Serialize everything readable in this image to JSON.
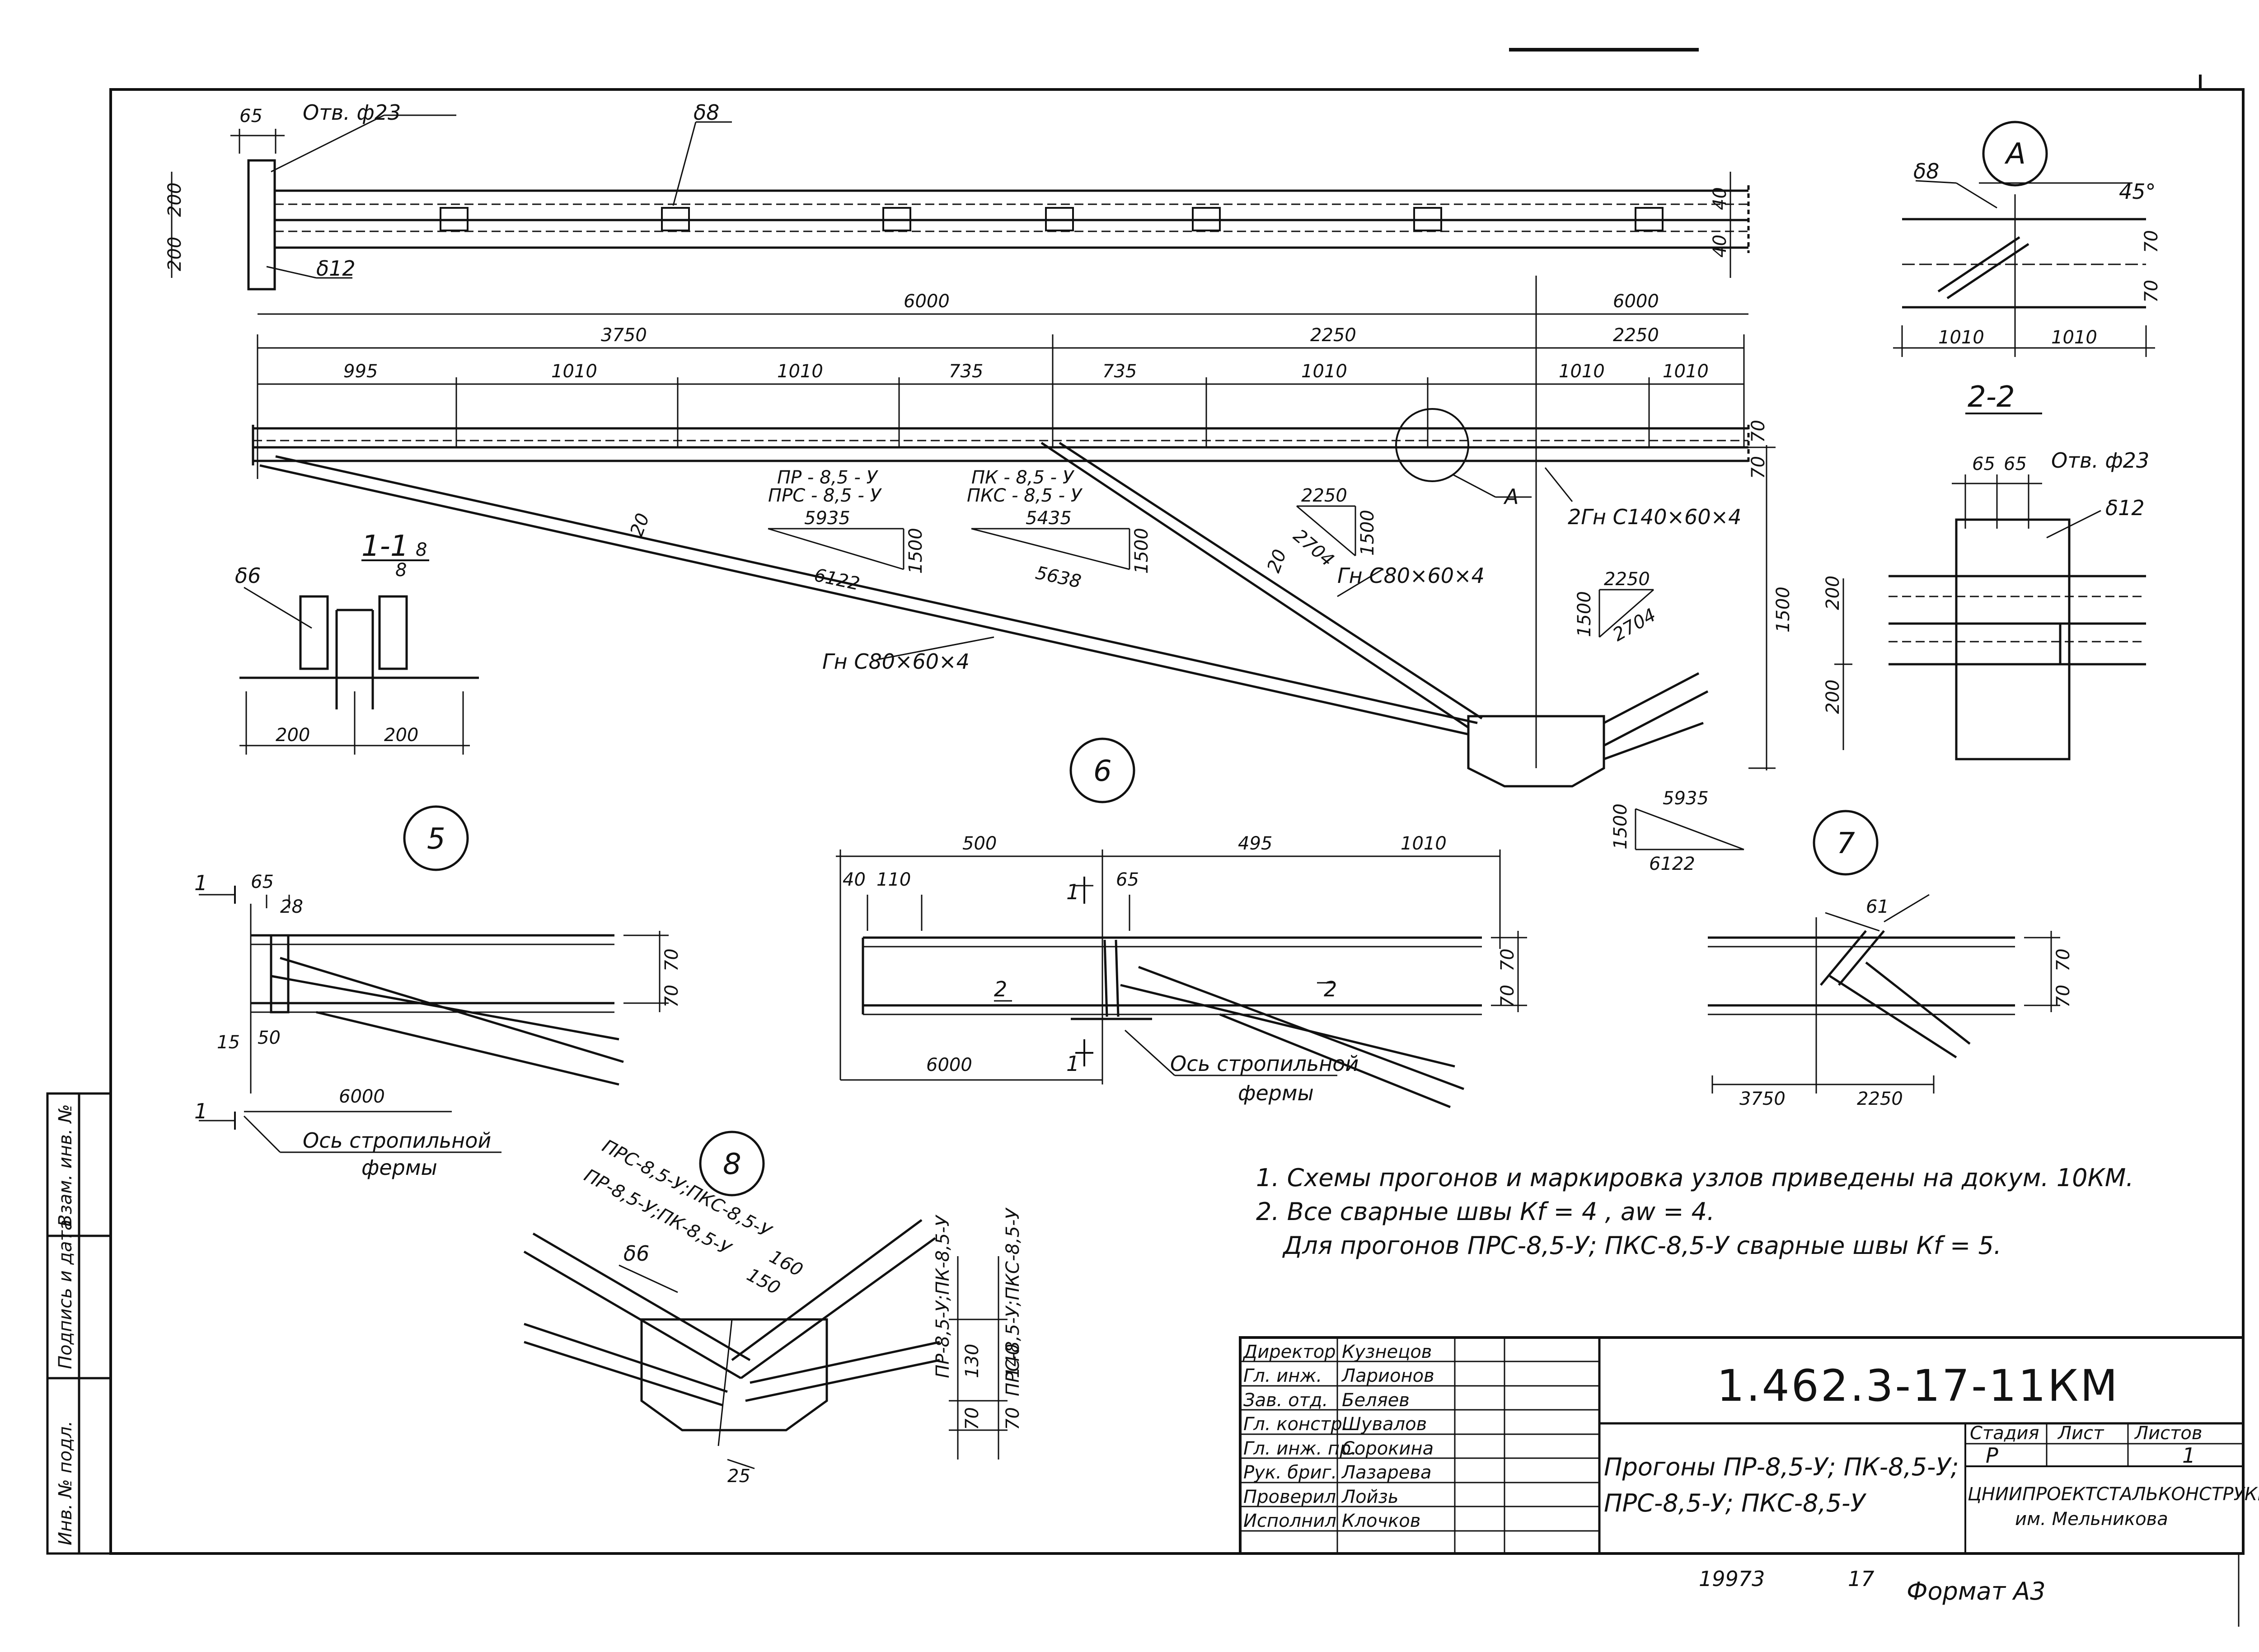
{
  "top_view": {
    "d65": "65",
    "hole": "Отв. ф23",
    "plate8": "δ8",
    "plate12": "δ12",
    "d200a": "200",
    "d200b": "200",
    "d40a": "40",
    "d40b": "40",
    "span1": "6000",
    "span2": "6000"
  },
  "elevation": {
    "d3750": "3750",
    "d2250a": "2250",
    "d2250b": "2250",
    "seg": [
      "995",
      "1010",
      "1010",
      "735",
      "735",
      "1010",
      "1010",
      "1010"
    ],
    "d70a": "70",
    "d70b": "70",
    "d1500": "1500",
    "mark_a": "А",
    "chord_label": "2Гн С140×60×4",
    "brace1_label": "Гн С80×60×4",
    "brace2_label": "Гн С80×60×4",
    "d20a": "20",
    "d20b": "20",
    "group1": [
      "ПР - 8,5 - У",
      "ПРС - 8,5 - У"
    ],
    "group2": [
      "ПК - 8,5 - У",
      "ПКС - 8,5 - У"
    ],
    "tri1": {
      "top": "5935",
      "hyp": "6122",
      "side": "1500"
    },
    "tri2": {
      "top": "5435",
      "hyp": "5638",
      "side": "1500"
    },
    "tri3": {
      "top": "2250",
      "hyp": "2704",
      "side": "1500"
    },
    "tri4": {
      "top": "2250",
      "hyp": "2704",
      "side": "1500"
    },
    "tri5": {
      "top": "5935",
      "hyp": "6122",
      "side": "1500"
    }
  },
  "section_11": {
    "title": "1-1",
    "plate": "δ6",
    "w8": "8",
    "w8b": "8",
    "d200a": "200",
    "d200b": "200"
  },
  "detail_a": {
    "title": "А",
    "plate": "δ8",
    "angle": "45°",
    "d70a": "70",
    "d70b": "70",
    "d1010a": "1010",
    "d1010b": "1010"
  },
  "section_22": {
    "title": "2-2",
    "d65a": "65",
    "d65b": "65",
    "hole": "Отв. ф23",
    "plate": "δ12",
    "d200a": "200",
    "d200b": "200"
  },
  "node5": {
    "title": "5",
    "d65": "65",
    "d28": "28",
    "d15": "15",
    "d50": "50",
    "d6000": "6000",
    "d70a": "70",
    "d70b": "70",
    "sec1": "1",
    "sec1b": "1",
    "axis": [
      "Ось стропильной",
      "фермы"
    ]
  },
  "node6": {
    "title": "6",
    "d500": "500",
    "d495": "495",
    "d1010": "1010",
    "d40": "40",
    "d110": "110",
    "d65": "65",
    "d6000": "6000",
    "d70a": "70",
    "d70b": "70",
    "sec1": "1",
    "sec1b": "1",
    "sec2": "2",
    "sec2b": "2",
    "axis": [
      "Ось стропильной",
      "фермы"
    ]
  },
  "node7": {
    "title": "7",
    "d61": "61",
    "d3750": "3750",
    "d2250": "2250",
    "d70a": "70",
    "d70b": "70"
  },
  "node8": {
    "title": "8",
    "lbl1": "ПРС-8,5-У;ПКС-8,5-У",
    "lbl2": "ПР-8,5-У;ПК-8,5-У",
    "plate": "δ6",
    "d160": "160",
    "d150": "150",
    "d25": "25",
    "v1": "ПР-8,5-У;ПК-8,5-У",
    "v2": "ПРС-8,5-У;ПКС-8,5-У",
    "d130": "130",
    "d140": "140",
    "d70a": "70",
    "d70b": "70"
  },
  "notes": [
    "1. Схемы  прогонов  и маркировка  узлов  приведены  на докум. 10КМ.",
    "2. Все  сварные  швы  Кf = 4 ,  аw = 4.",
    "Для  прогонов  ПРС-8,5-У; ПКС-8,5-У  сварные  швы Кf = 5."
  ],
  "side_stamp": [
    "Инв. № подл.",
    "Подпись и дата",
    "Взам. инв. №"
  ],
  "title_block": {
    "code": "1.462.3-17-11КМ",
    "roles": [
      "Директор",
      "Гл. инж.",
      "Зав. отд.",
      "Гл. констр.",
      "Гл. инж. пр.",
      "Рук. бриг.",
      "Проверил",
      "Исполнил"
    ],
    "names": [
      "Кузнецов",
      "Ларионов",
      "Беляев",
      "Шувалов",
      "Сорокина",
      "Лазарева",
      "Лойзь",
      "Клочков"
    ],
    "title_line1": "Прогоны ПР-8,5-У; ПК-8,5-У;",
    "title_line2": "ПРС-8,5-У; ПКС-8,5-У",
    "stage_label": "Стадия",
    "sheet_label": "Лист",
    "sheets_label": "Листов",
    "stage": "Р",
    "sheet": "",
    "sheets": "1",
    "org1": "ЦНИИПРОЕКТСТАЛЬКОНСТРУКЦИЯ",
    "org2": "им. Мельникова"
  },
  "footer": {
    "number": "19973",
    "page": "17",
    "format": "Формат А3"
  }
}
